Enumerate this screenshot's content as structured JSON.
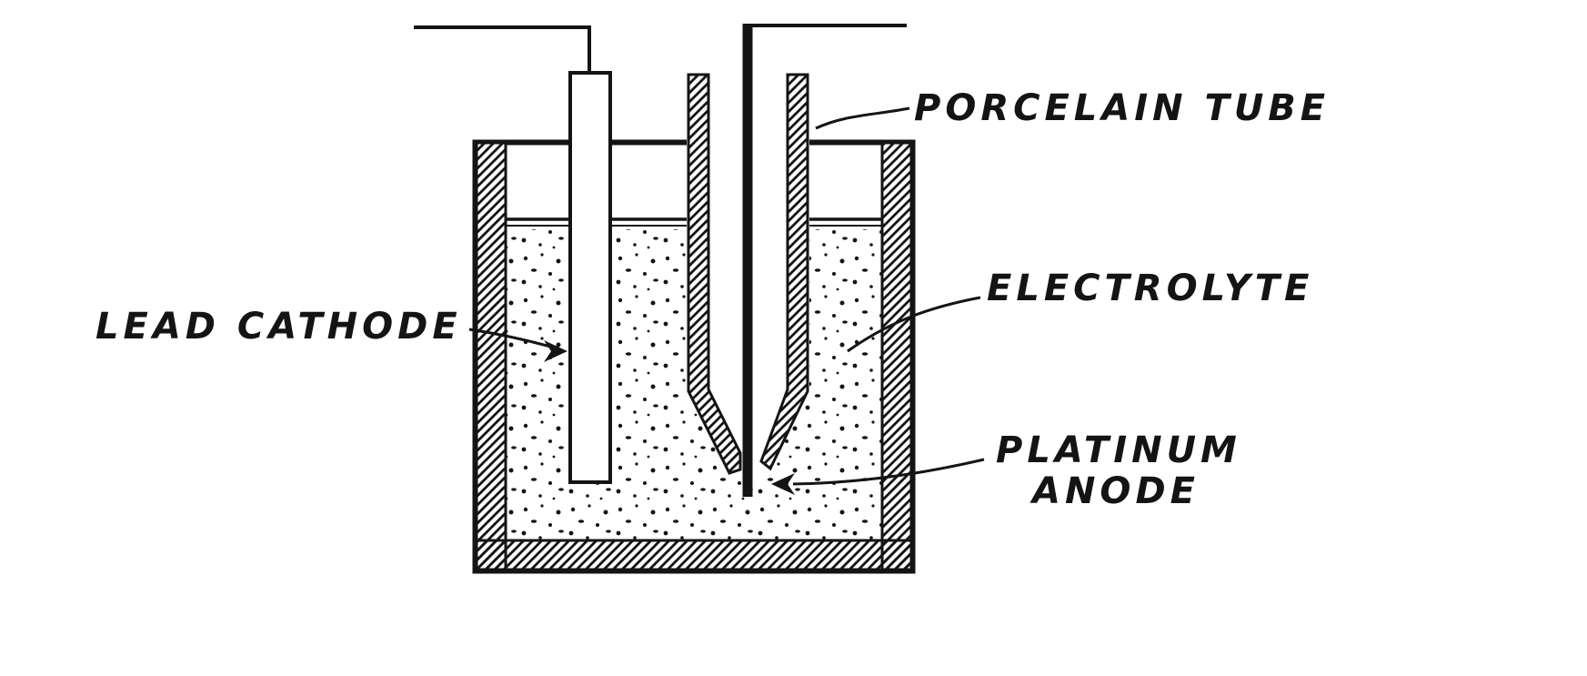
{
  "page": {
    "colors": {
      "ink": "#141414",
      "background": "#ffffff"
    }
  },
  "diagram": {
    "labels": {
      "porcelain_tube": "PORCELAIN TUBE",
      "electrolyte": "ELECTROLYTE",
      "lead_cathode": "LEAD CATHODE",
      "platinum": "PLATINUM",
      "anode": "ANODE"
    }
  }
}
